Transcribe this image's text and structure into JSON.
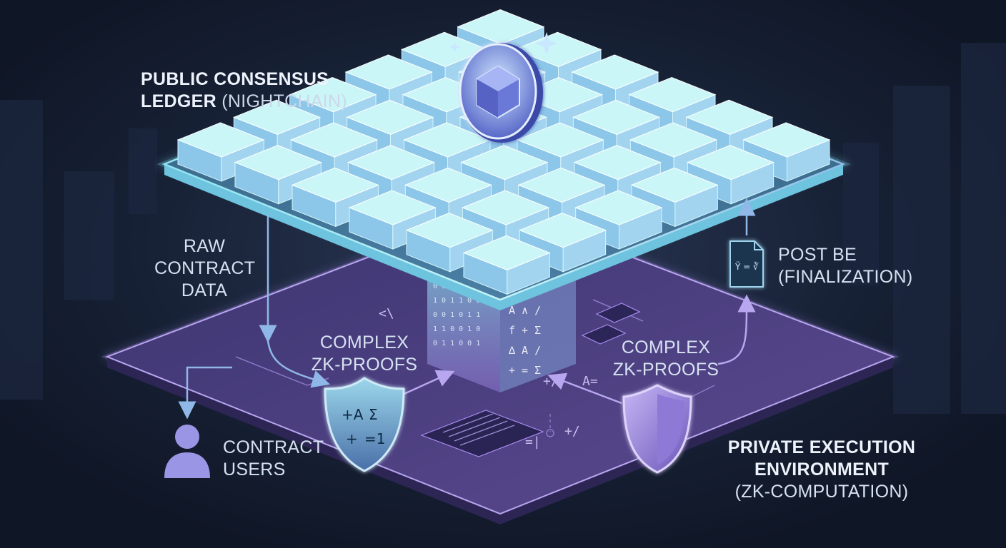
{
  "colors": {
    "background": "#141d2e",
    "public_grid_glow": "#7fd8f0",
    "block_face": "#a9eef2",
    "private_platform": "#5b4a8f",
    "private_glow": "#a98cf0",
    "arrow_public": "#8fb8e8",
    "arrow_private": "#b9a6f0"
  },
  "labels": {
    "public_ledger": {
      "line1": "PUBLIC CONSENSUS",
      "line2_bold": "LEDGER",
      "line2_rest": " (NIGHTCHAIN)"
    },
    "raw_data": {
      "line1": "RAW",
      "line2": "CONTRACT",
      "line3": "DATA"
    },
    "proofs_left": {
      "line1": "COMPLEX",
      "line2": "ZK-PROOFS"
    },
    "proofs_right": {
      "line1": "COMPLEX",
      "line2": "ZK-PROOFS"
    },
    "post": {
      "line1": "POST BE",
      "line2": "(FINALIZATION)"
    },
    "users": {
      "line1": "CONTRACT",
      "line2": "USERS"
    },
    "private_env": {
      "line1": "PRIVATE EXECUTION",
      "line2": "ENVIRONMENT",
      "line3": "(ZK-COMPUTATION)"
    }
  },
  "icons": {
    "ledger_token": "hexagon-token-icon",
    "user": "user-icon",
    "shield_left": "shield-icon",
    "shield_right": "shield-icon",
    "document": "document-formula-icon",
    "sparkle": "sparkle-icon"
  },
  "glyphs": {
    "shield_left": [
      "+A",
      "Σ",
      "+",
      "=1"
    ],
    "document_formula": "Ÿ = ∛",
    "platform_symbols": [
      "<\\",
      "+/",
      "A=",
      "=|",
      "A",
      "+/"
    ]
  }
}
